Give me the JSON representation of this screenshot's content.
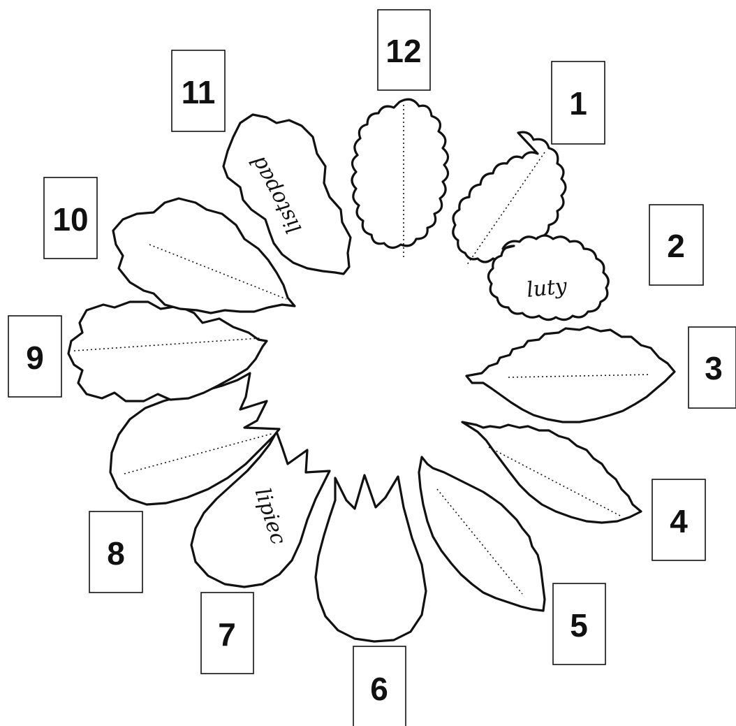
{
  "labels": {
    "n1": "1",
    "n2": "2",
    "n3": "3",
    "n4": "4",
    "n5": "5",
    "n6": "6",
    "n7": "7",
    "n8": "8",
    "n9": "9",
    "n10": "10",
    "n11": "11",
    "n12": "12"
  },
  "handwriting": {
    "february": "luty",
    "july": "lipiec",
    "november": "listopad"
  },
  "colors": {
    "ink": "#111111",
    "paper": "#ffffff"
  }
}
